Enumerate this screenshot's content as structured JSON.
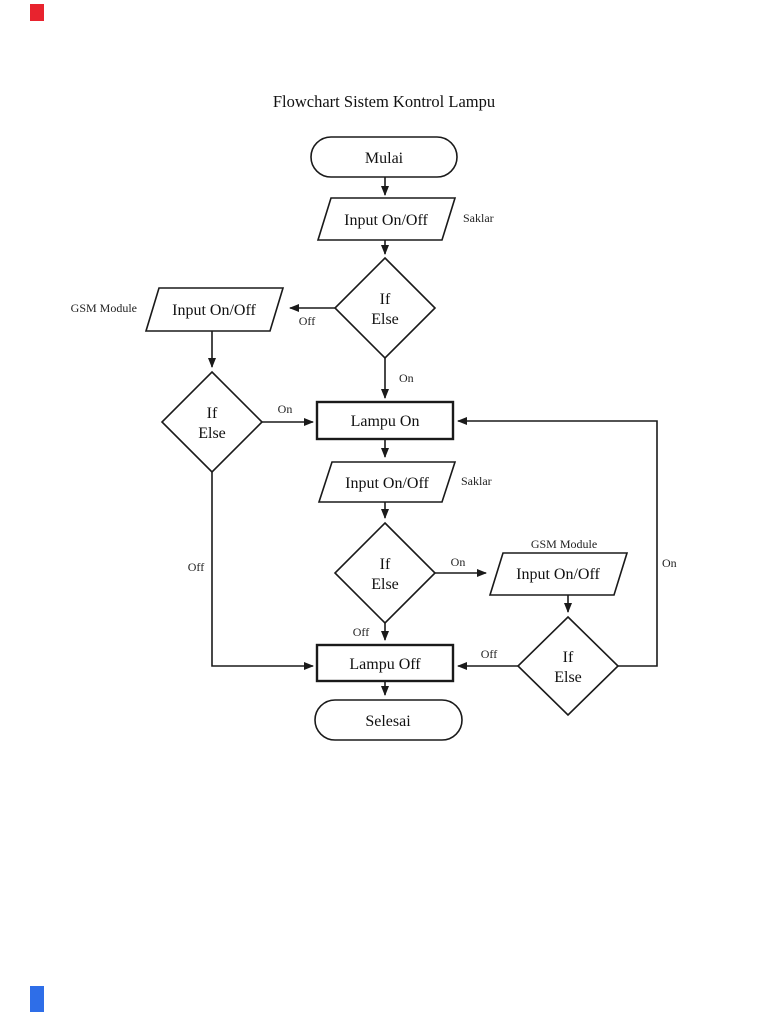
{
  "page": {
    "background": "#ffffff",
    "ink_color": "#1a1a1a",
    "marks": {
      "top_left_color": "#e8232e",
      "bottom_left_color": "#2e6ee8"
    }
  },
  "flowchart": {
    "title": "Flowchart Sistem Kontrol Lampu",
    "nodes": {
      "start": {
        "type": "terminator",
        "label": "Mulai"
      },
      "input_switch_1": {
        "type": "input",
        "label": "Input On/Off",
        "annotation": "Saklar"
      },
      "decision_1": {
        "type": "decision",
        "line1": "If",
        "line2": "Else"
      },
      "input_gsm_1": {
        "type": "input",
        "label": "Input On/Off",
        "annotation": "GSM Module"
      },
      "decision_2": {
        "type": "decision",
        "line1": "If",
        "line2": "Else"
      },
      "lamp_on": {
        "type": "process",
        "label": "Lampu On"
      },
      "input_switch_2": {
        "type": "input",
        "label": "Input On/Off",
        "annotation": "Saklar"
      },
      "decision_3": {
        "type": "decision",
        "line1": "If",
        "line2": "Else"
      },
      "input_gsm_2": {
        "type": "input",
        "label": "Input On/Off",
        "annotation": "GSM Module"
      },
      "decision_4": {
        "type": "decision",
        "line1": "If",
        "line2": "Else"
      },
      "lamp_off": {
        "type": "process",
        "label": "Lampu Off"
      },
      "end": {
        "type": "terminator",
        "label": "Selesai"
      }
    },
    "edge_labels": {
      "decision1_off": "Off",
      "decision1_on": "On",
      "decision2_on": "On",
      "decision2_off": "Off",
      "decision3_on": "On",
      "decision3_off": "Off",
      "decision4_off": "Off",
      "decision4_on": "On"
    }
  }
}
